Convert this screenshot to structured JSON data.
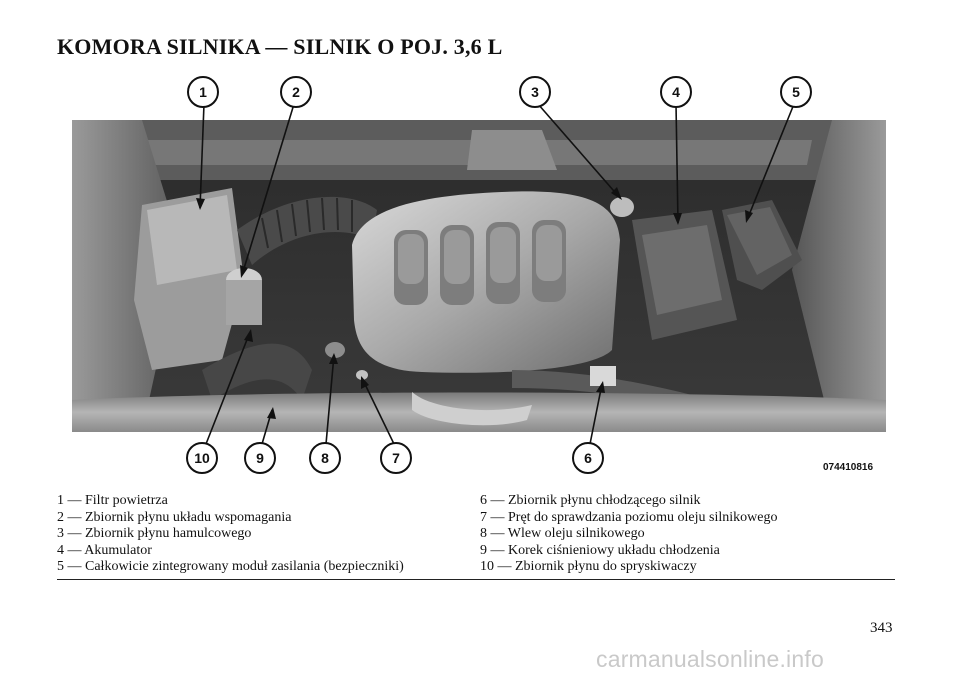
{
  "page": {
    "title": "KOMORA SILNIKA — SILNIK O POJ. 3,6 L",
    "figure_code": "074410816",
    "page_number": "343",
    "watermark": "carmanualsonline.info"
  },
  "callouts": [
    {
      "label": "1"
    },
    {
      "label": "2"
    },
    {
      "label": "3"
    },
    {
      "label": "4"
    },
    {
      "label": "5"
    },
    {
      "label": "10"
    },
    {
      "label": "9"
    },
    {
      "label": "8"
    },
    {
      "label": "7"
    },
    {
      "label": "6"
    }
  ],
  "legend": {
    "left": [
      "1 — Filtr powietrza",
      "2 — Zbiornik płynu układu wspomagania",
      "3 — Zbiornik płynu hamulcowego",
      "4 — Akumulator",
      "5 — Całkowicie zintegrowany moduł zasilania (bezpieczniki)"
    ],
    "right": [
      "6 — Zbiornik płynu chłodzącego silnik",
      "7 — Pręt do sprawdzania poziomu oleju silnikowego",
      "8 — Wlew oleju silnikowego",
      "9 — Korek ciśnieniowy układu chłodzenia",
      "10 — Zbiornik płynu do spryskiwaczy"
    ]
  }
}
